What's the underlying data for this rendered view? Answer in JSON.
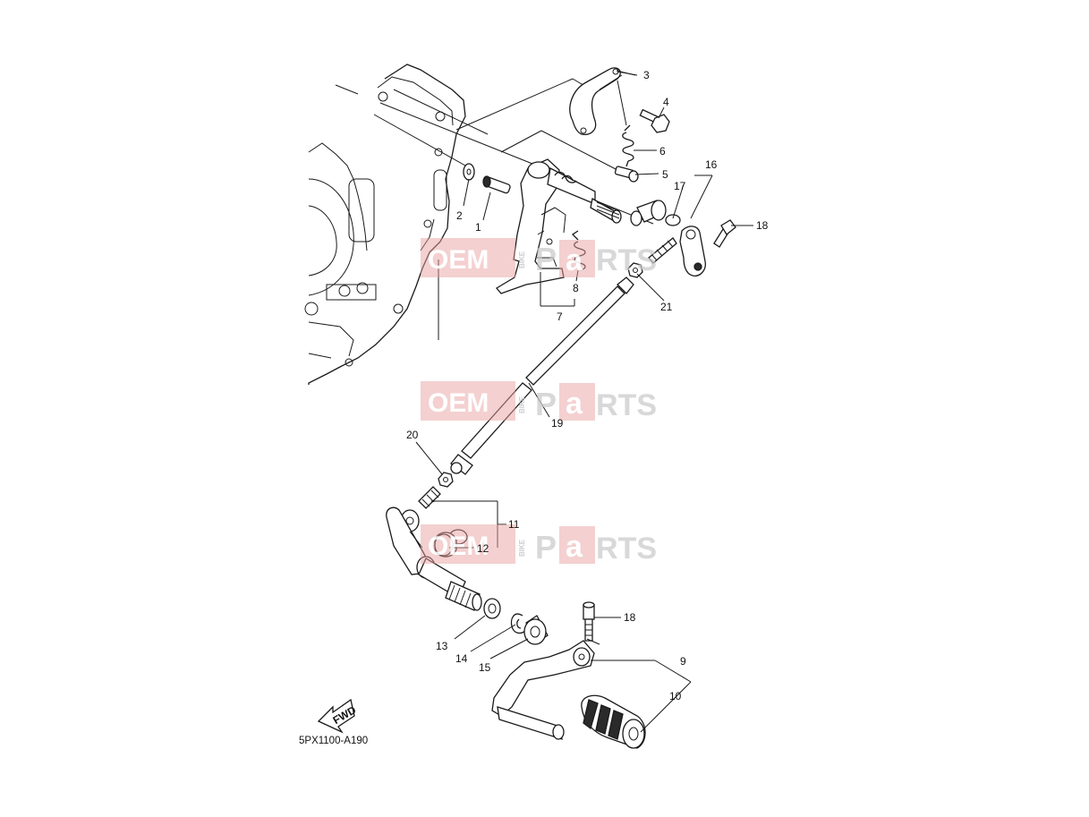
{
  "diagram_code": "5PX1100-A190",
  "fwd_arrow_text": "FWD",
  "watermark": {
    "oem": "OEM",
    "bike": "BIKE",
    "p": "P",
    "a": "a",
    "rts": "RTS"
  },
  "callouts": [
    "1",
    "2",
    "3",
    "4",
    "5",
    "6",
    "7",
    "8",
    "9",
    "10",
    "11",
    "12",
    "13",
    "14",
    "15",
    "16",
    "17",
    "18",
    "19",
    "20",
    "21"
  ],
  "callout_18_b": "18"
}
